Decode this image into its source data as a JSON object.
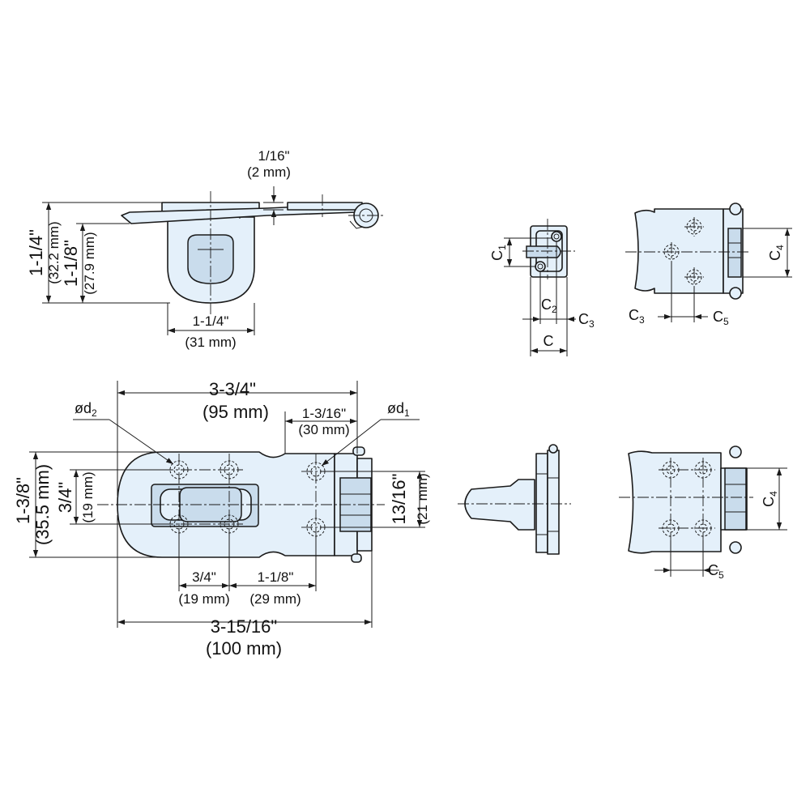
{
  "top_view": {
    "thickness": "1/16\"",
    "thickness_mm": "(2 mm)",
    "height_total": "1-1/4\"",
    "height_total_mm": "(32.2 mm)",
    "height_ring": "1-1/8\"",
    "height_ring_mm": "(27.9 mm)",
    "ring_width": "1-1/4\"",
    "ring_width_mm": "(31 mm)"
  },
  "end_view": {
    "c1": "C",
    "c1_sub": "1",
    "c2": "C",
    "c2_sub": "2",
    "c3": "C",
    "c3_sub": "3",
    "c": "C"
  },
  "hinge_top": {
    "c3": "C",
    "c3_sub": "3",
    "c4": "C",
    "c4_sub": "4",
    "c5": "C",
    "c5_sub": "5"
  },
  "front_view": {
    "overall_length": "3-3/4\"",
    "overall_length_mm": "(95 mm)",
    "hole_d2": "ød",
    "hole_d2_sub": "2",
    "hole_d1": "ød",
    "hole_d1_sub": "1",
    "hinge_offset": "1-3/16\"",
    "hinge_offset_mm": "(30 mm)",
    "height": "1-3/8\"",
    "height_mm": "(35.5 mm)",
    "hole_spacing_v": "3/4\"",
    "hole_spacing_v_mm": "(19 mm)",
    "hole_spacing_right": "13/16\"",
    "hole_spacing_right_mm": "(21 mm)",
    "hole_spacing_h1": "3/4\"",
    "hole_spacing_h1_mm": "(19 mm)",
    "hole_spacing_h2": "1-1/8\"",
    "hole_spacing_h2_mm": "(29 mm)",
    "total_length": "3-15/16\"",
    "total_length_mm": "(100 mm)"
  },
  "hinge_bottom": {
    "c4": "C",
    "c4_sub": "4",
    "c5": "C",
    "c5_sub": "5"
  }
}
